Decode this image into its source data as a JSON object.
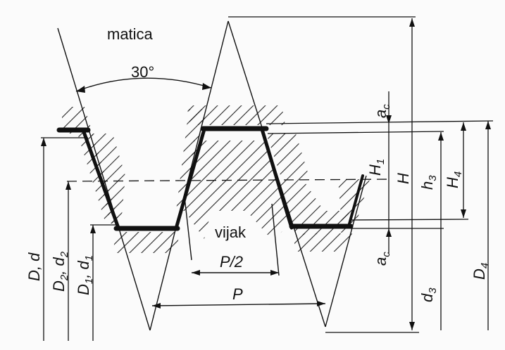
{
  "diagram": {
    "labels": {
      "nut": "matica",
      "screw": "vijak",
      "angle": "30°",
      "half_pitch": "P/2",
      "pitch": "P",
      "ac_top": "a",
      "ac_top_sub": "c",
      "ac_bottom": "a",
      "ac_bottom_sub": "c",
      "h1": "H",
      "h1_sub": "1",
      "h": "H",
      "h3": "h",
      "h3_sub": "3",
      "h4": "H",
      "h4_sub": "4",
      "d3": "d",
      "d3_sub": "3",
      "d4": "D",
      "d4_sub": "4",
      "dd": "D, d",
      "d2": "D",
      "d2_sub1": "2",
      "d2_mid": ", d",
      "d2_sub2": "2",
      "d1": "D",
      "d1_sub1": "1",
      "d1_mid": ", d",
      "d1_sub2": "1"
    },
    "colors": {
      "ink": "#111111",
      "paper": "#fbfbfb"
    }
  }
}
